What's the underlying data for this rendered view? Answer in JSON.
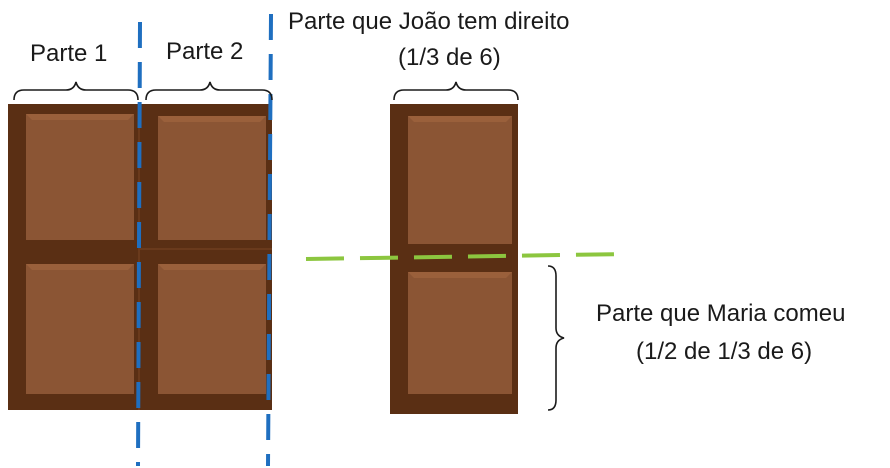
{
  "labels": {
    "part1": "Parte 1",
    "part2": "Parte 2",
    "joao_title": "Parte que João tem direito",
    "joao_fraction": "(1/3 de 6)",
    "maria_title": "Parte que Maria comeu",
    "maria_fraction": "(1/2 de 1/3 de 6)"
  },
  "colors": {
    "chocolate_face": "#8b5534",
    "chocolate_highlight": "#9a603b",
    "chocolate_shadow": "#5a2f14",
    "chocolate_base": "#6a3a1c",
    "divider_blue": "#1f6fc0",
    "divider_green": "#8cc63f",
    "bracket": "#1a1a1a"
  }
}
